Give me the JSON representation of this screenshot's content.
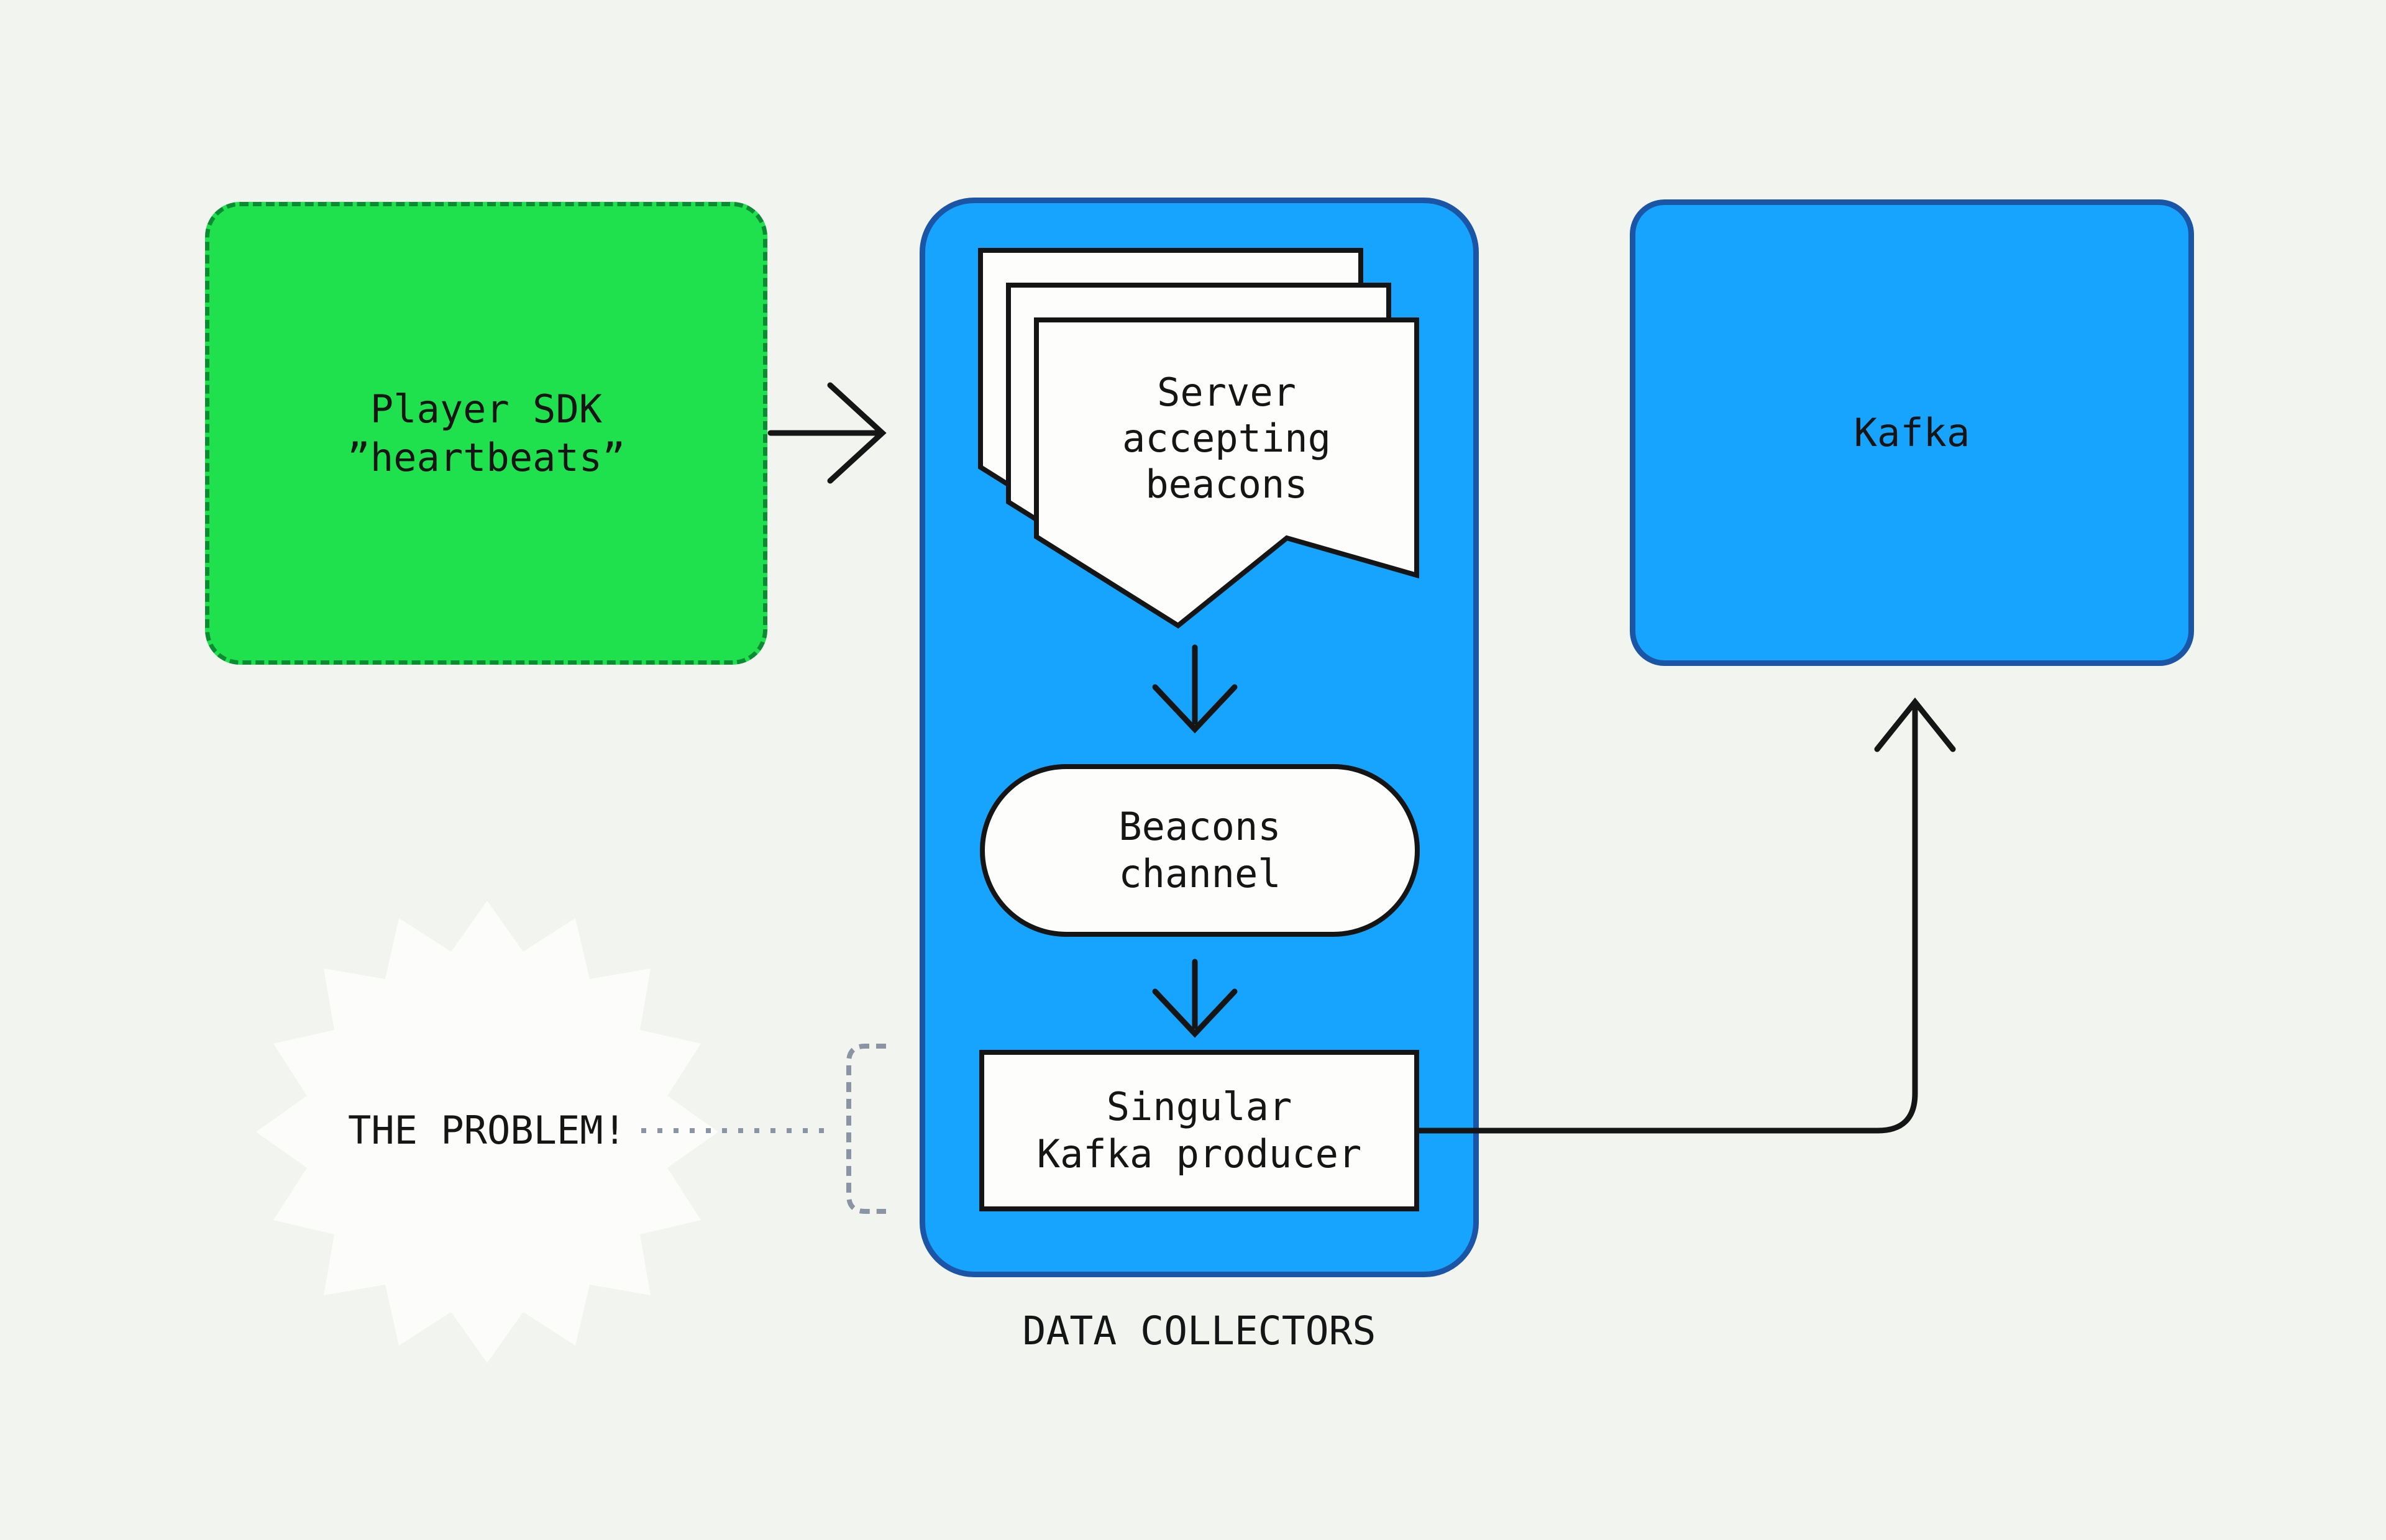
{
  "diagram": {
    "title": "DATA COLLECTORS",
    "nodes": {
      "player_sdk": {
        "lines": [
          "Player SDK",
          "”heartbeats”"
        ]
      },
      "server_beacons": {
        "lines": [
          "Server",
          "accepting",
          "beacons"
        ]
      },
      "beacons_channel": {
        "lines": [
          "Beacons",
          "channel"
        ]
      },
      "kafka_producer": {
        "lines": [
          "Singular",
          "Kafka producer"
        ]
      },
      "kafka": {
        "label": "Kafka"
      },
      "problem": {
        "label": "THE PROBLEM!"
      }
    },
    "labels": {
      "data_collectors": "DATA COLLECTORS"
    },
    "colors": {
      "background": "#f2f4f0",
      "green_fill": "#1ee14d",
      "green_border": "#0b8c33",
      "blue_fill": "#16a4fe",
      "blue_border": "#1a55a6",
      "shape_fill": "#fdfdfc",
      "stroke": "#151515",
      "muted_connector": "#8a94a3",
      "star_fill": "#fcfdfb"
    }
  }
}
